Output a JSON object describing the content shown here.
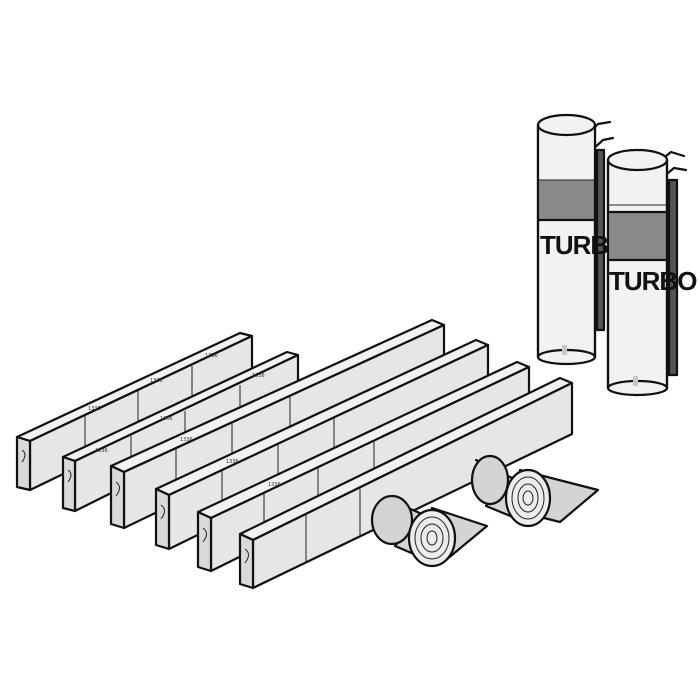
{
  "illustration": {
    "subject": "Profile strips, sealing tape rolls and foam cans",
    "can_label": "TURBO",
    "strip_marks": [
      "1336",
      "1336",
      "1336",
      "1336",
      "1336"
    ],
    "colors": {
      "strip_face": "#e6e6e6",
      "strip_top": "#f1f1f1",
      "strip_end": "#d9d9d9",
      "can_body": "#f2f2f2",
      "can_band": "#8a8a8a",
      "can_rod": "#555555",
      "tape": "#d4d4d4",
      "tape_core": "#ececec",
      "outline": "#111111"
    }
  }
}
